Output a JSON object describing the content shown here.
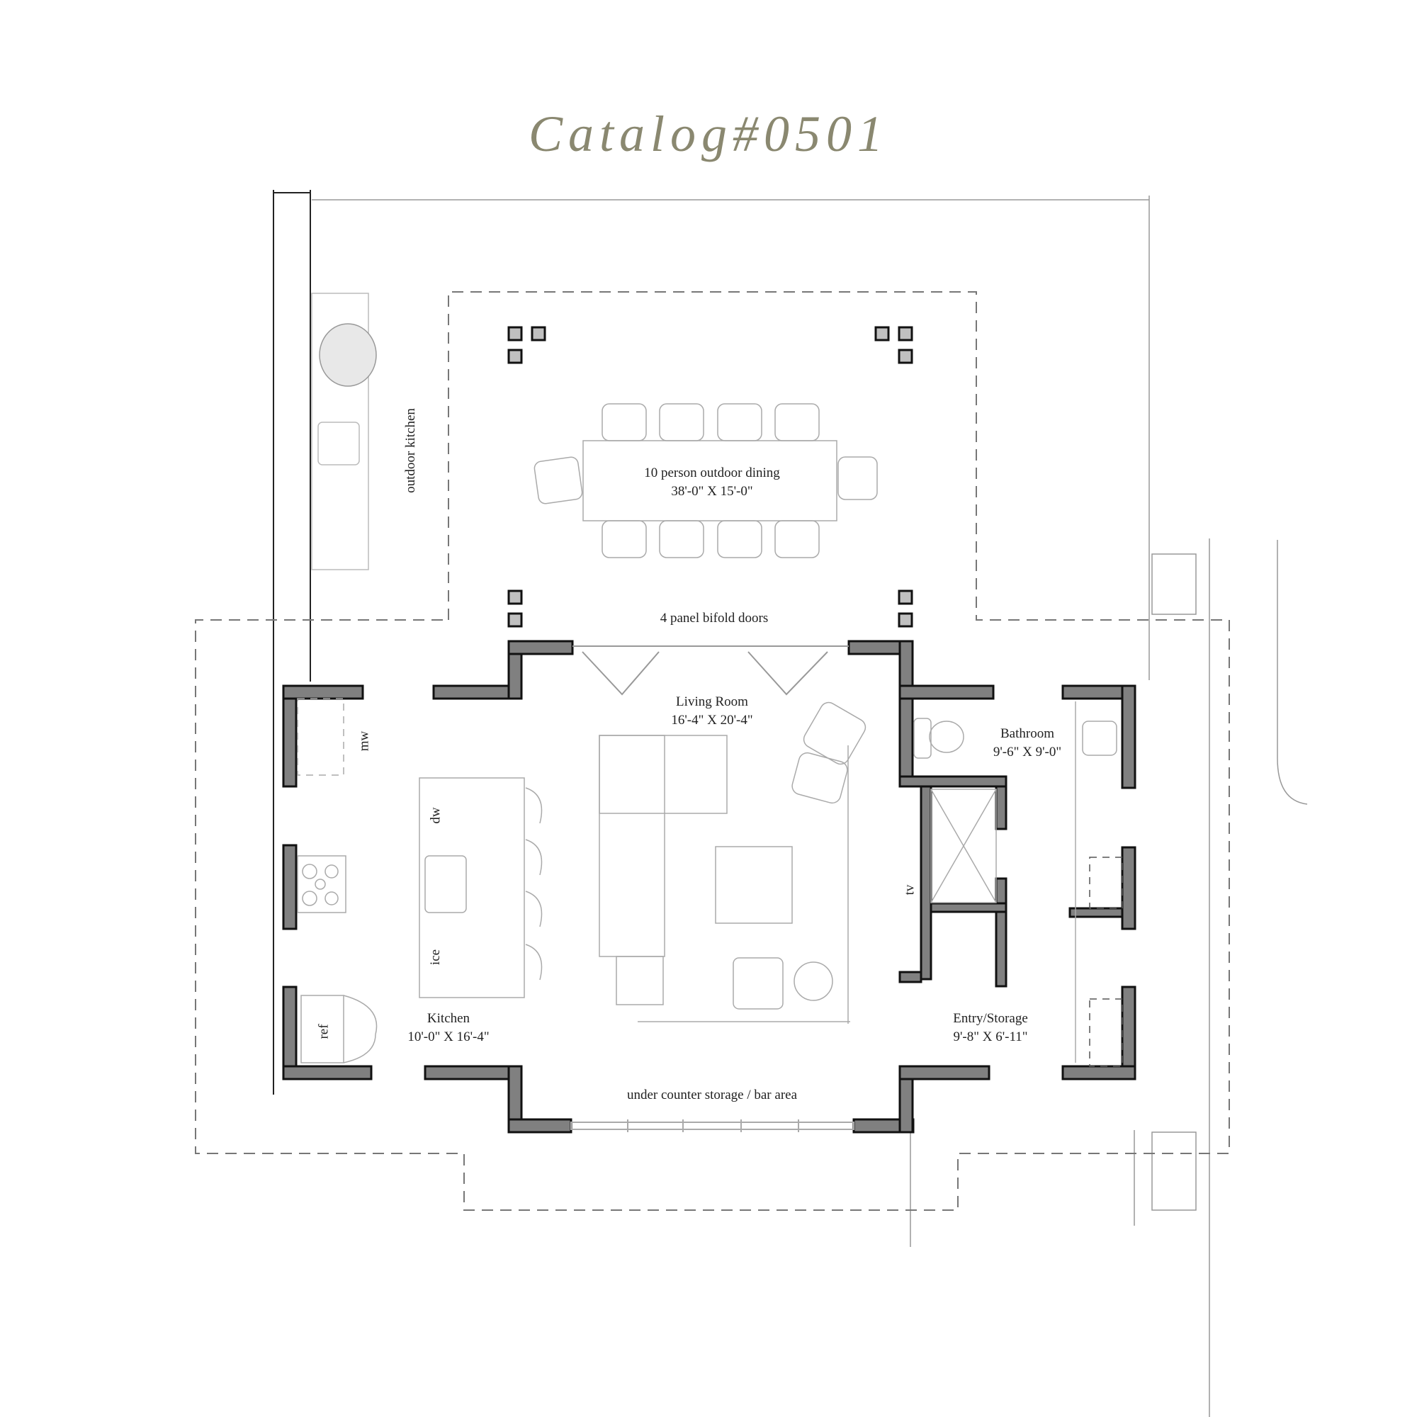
{
  "title": "Catalog#0501",
  "colors": {
    "title": "#8a8870",
    "wall_fill": "#808080",
    "wall_stroke": "#111111",
    "column_fill": "#c0c0c0",
    "furniture": "#a8a8a8",
    "dashed": "#777777"
  },
  "rooms": {
    "outdoor_dining": {
      "name": "10 person outdoor dining",
      "size": "38'-0\" X 15'-0\""
    },
    "living_room": {
      "name": "Living Room",
      "size": "16'-4\" X 20'-4\""
    },
    "kitchen": {
      "name": "Kitchen",
      "size": "10'-0\" X 16'-4\""
    },
    "bathroom": {
      "name": "Bathroom",
      "size": "9'-6\" X 9'-0\""
    },
    "entry_storage": {
      "name": "Entry/Storage",
      "size": "9'-8\" X 6'-11\""
    }
  },
  "labels": {
    "outdoor_kitchen": "outdoor kitchen",
    "bifold_doors": "4 panel bifold doors",
    "bar_area": "under counter storage / bar area",
    "mw": "mw",
    "dw": "dw",
    "ice": "ice",
    "ref": "ref",
    "tv": "tv"
  }
}
